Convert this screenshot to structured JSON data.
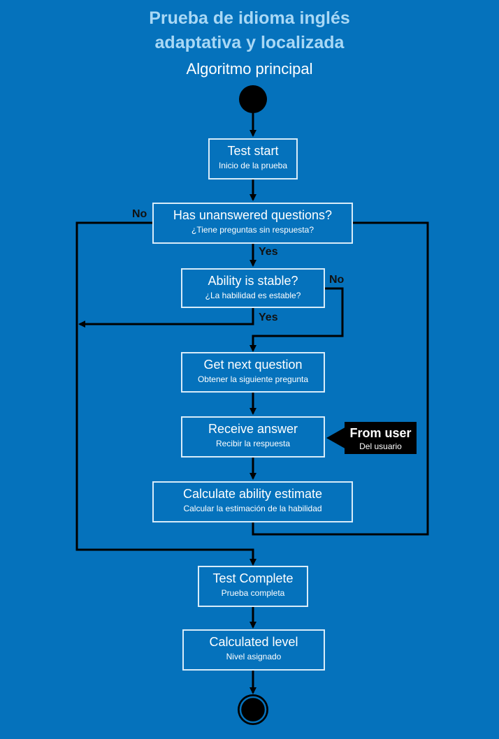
{
  "diagram": {
    "title_line1": "Prueba de idioma inglés",
    "title_line2": "adaptativa y localizada",
    "subtitle": "Algoritmo principal",
    "nodes": {
      "test_start": {
        "en": "Test start",
        "es": "Inicio de la prueba"
      },
      "has_unanswered": {
        "en": "Has unanswered questions?",
        "es": "¿Tiene preguntas sin respuesta?"
      },
      "ability_stable": {
        "en": "Ability is stable?",
        "es": "¿La habilidad es estable?"
      },
      "next_question": {
        "en": "Get next question",
        "es": "Obtener la siguiente pregunta"
      },
      "receive_answer": {
        "en": "Receive answer",
        "es": "Recibir la respuesta"
      },
      "calc_ability": {
        "en": "Calculate ability estimate",
        "es": "Calcular la estimación de la habilidad"
      },
      "test_complete": {
        "en": "Test Complete",
        "es": "Prueba completa"
      },
      "calc_level": {
        "en": "Calculated level",
        "es": "Nivel asignado"
      }
    },
    "from_user": {
      "en": "From user",
      "es": "Del usuario"
    },
    "edge_labels": {
      "has_unanswered_no": "No",
      "has_unanswered_yes": "Yes",
      "ability_stable_no": "No",
      "ability_stable_yes": "Yes"
    },
    "colors": {
      "background": "#0572BC",
      "title": "#A9D8F5",
      "box_border": "#D8ECF9",
      "line": "#000000"
    }
  }
}
